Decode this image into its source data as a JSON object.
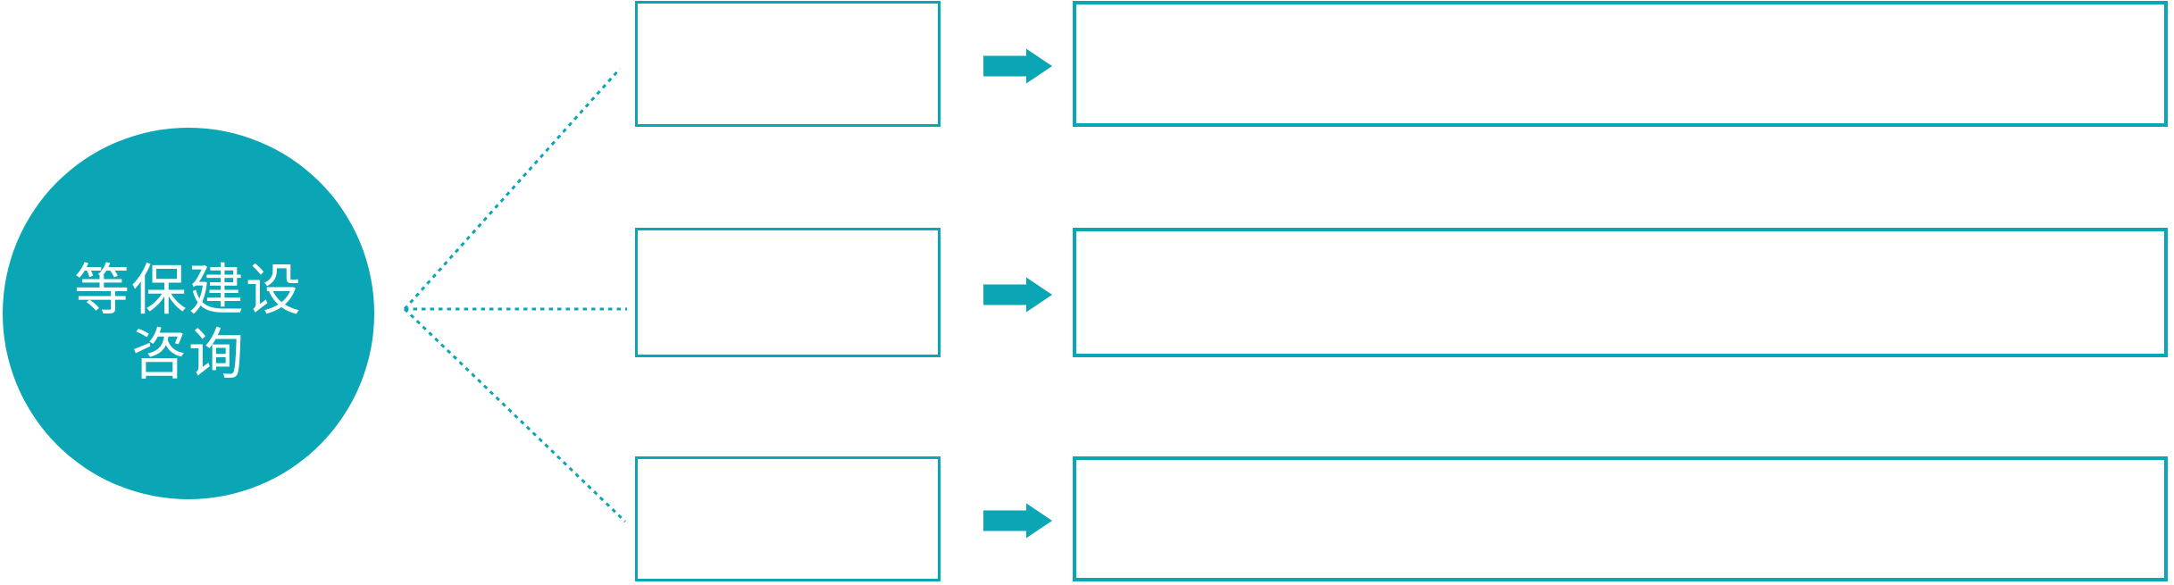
{
  "diagram": {
    "hub": {
      "line1": "等保建设",
      "line2": "咨询"
    },
    "branches": [
      {
        "box_label": "",
        "detail_label": ""
      },
      {
        "box_label": "",
        "detail_label": ""
      },
      {
        "box_label": "",
        "detail_label": ""
      }
    ],
    "icons": {
      "arrow": "right-arrow-icon",
      "connector": "dotted-line"
    },
    "colors": {
      "accent_teal": "#0AA6B6",
      "hub_text": "#FFFFFF",
      "background": "#FFFFFF"
    }
  }
}
